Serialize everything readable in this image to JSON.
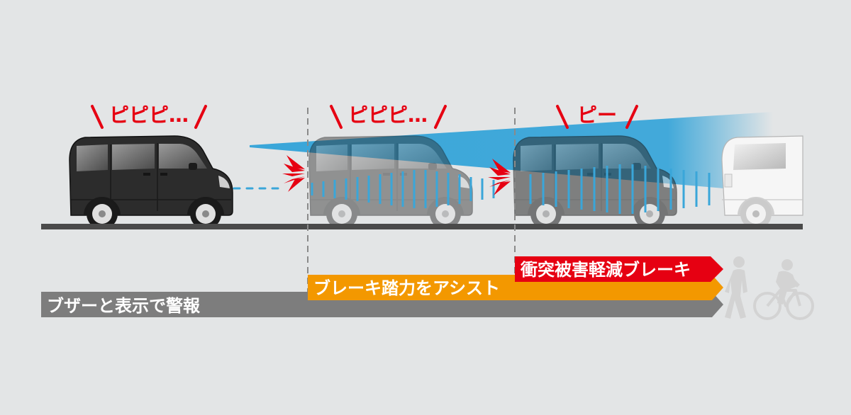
{
  "sounds": {
    "stage1": "ピピピ…",
    "stage2": "ピピピ…",
    "stage3": "ピー"
  },
  "bars": {
    "warning": "ブザーと表示で警報",
    "brake_assist": "ブレーキ踏力をアシスト",
    "collision_mitigation": "衝突被害軽減ブレーキ"
  },
  "colors": {
    "background": "#e3e5e6",
    "alert_red": "#e60012",
    "assist_orange": "#f39800",
    "warning_gray": "#7d7d7d",
    "radar_blue": "#3aa6d9",
    "road": "#4a4a4a"
  },
  "icons": {
    "pedestrian": "pedestrian-icon",
    "cyclist": "cyclist-icon",
    "alert_burst": "alert-burst-icon"
  }
}
